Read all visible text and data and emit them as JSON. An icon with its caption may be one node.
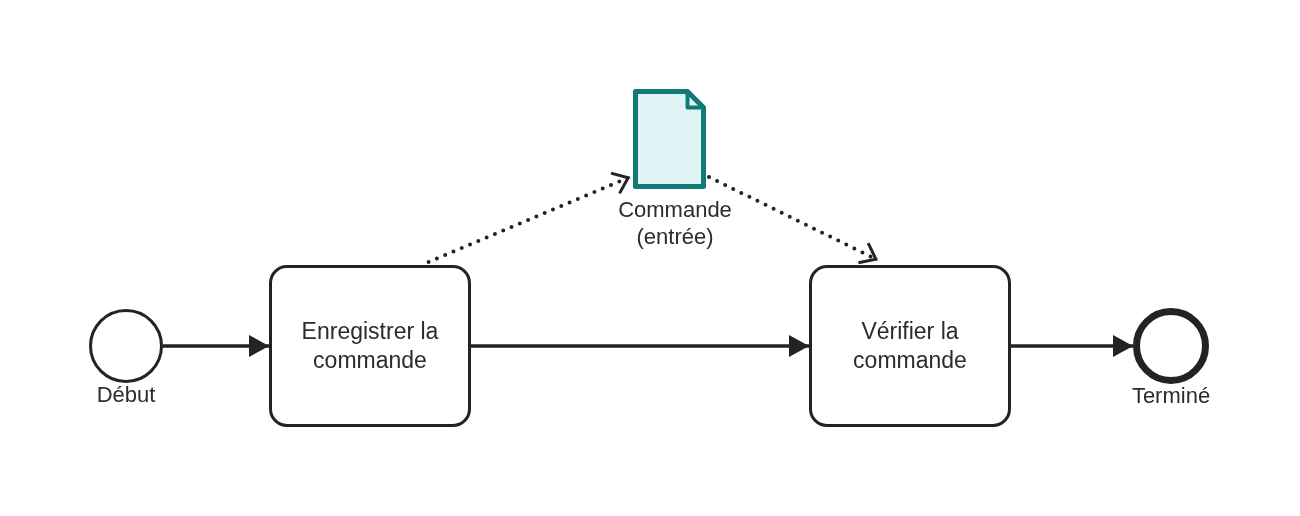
{
  "diagram": {
    "nodes": [
      {
        "text": [],
        "shape": "circle",
        "beside": [
          "Début"
        ]
      },
      {
        "text": [
          "Enregistrer la commande"
        ]
      },
      {
        "text": [],
        "shape": "document",
        "beside": [
          "Commande (entrée)"
        ]
      },
      {
        "text": [
          "Vérifier la commande"
        ]
      },
      {
        "text": [],
        "shape": "circle",
        "beside": [
          "Terminé"
        ]
      }
    ],
    "edges": [
      {
        "from": 0,
        "to": 1,
        "arrow": "to"
      },
      {
        "from": 1,
        "to": 3,
        "arrow": "to"
      },
      {
        "from": 3,
        "to": 4,
        "arrow": "to"
      },
      {
        "from": 1,
        "to": 2,
        "arrow": "to",
        "style": "dashed"
      },
      {
        "from": 2,
        "to": 3,
        "arrow": "to",
        "style": "dashed"
      }
    ]
  }
}
